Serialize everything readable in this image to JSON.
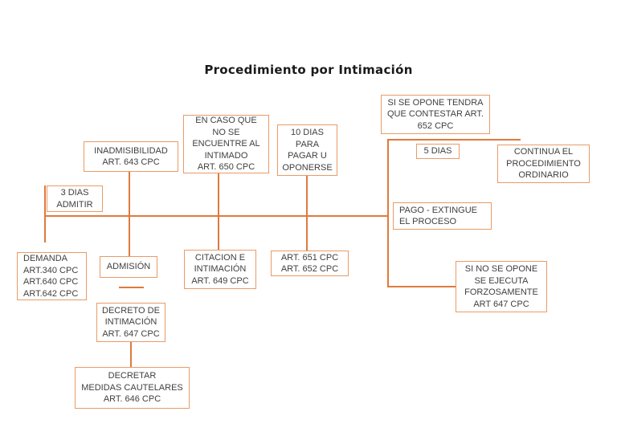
{
  "title": "Procedimiento por Intimación",
  "colors": {
    "box_border": "#e89b66",
    "line": "#df7a3c",
    "text": "#3f3f3f",
    "title": "#1a1a1a",
    "background": "#ffffff"
  },
  "boxes": {
    "inadmisibilidad": {
      "text": "INADMISIBILIDAD\nART. 643 CPC"
    },
    "en_caso_no_encuentre": {
      "text": "EN CASO QUE\nNO SE\nENCUENTRE AL\nINTIMADO\nART. 650 CPC"
    },
    "diez_dias": {
      "text": "10 DIAS\nPARA\nPAGAR U\nOPONERSE"
    },
    "si_se_opone": {
      "text": "SI SE OPONE TENDRA\nQUE CONTESTAR ART.\n652 CPC"
    },
    "cinco_dias": {
      "text": "5 DIAS"
    },
    "continua_ordinario": {
      "text": "CONTINUA EL\nPROCEDIMIENTO\nORDINARIO"
    },
    "tres_dias_admitir": {
      "text": "3 DIAS\nADMITIR"
    },
    "pago_extingue": {
      "text": "PAGO  -  EXTINGUE\nEL PROCESO"
    },
    "demanda": {
      "text": "DEMANDA\nART.340 CPC\nART.640 CPC\nART.642 CPC"
    },
    "admision": {
      "text": "ADMISIÓN"
    },
    "citacion_intimacion": {
      "text": "CITACION E\nINTIMACIÓN\nART. 649 CPC"
    },
    "art_651_652": {
      "text": "ART. 651 CPC\nART. 652 CPC"
    },
    "si_no_se_opone": {
      "text": "SI NO SE OPONE\nSE EJECUTA\nFORZOSAMENTE\nART 647 CPC"
    },
    "decreto_intimacion": {
      "text": "DECRETO DE\nINTIMACIÓN\nART. 647 CPC"
    },
    "decretar_medidas": {
      "text": "DECRETAR\nMEDIDAS CAUTELARES\nART. 646 CPC"
    }
  }
}
